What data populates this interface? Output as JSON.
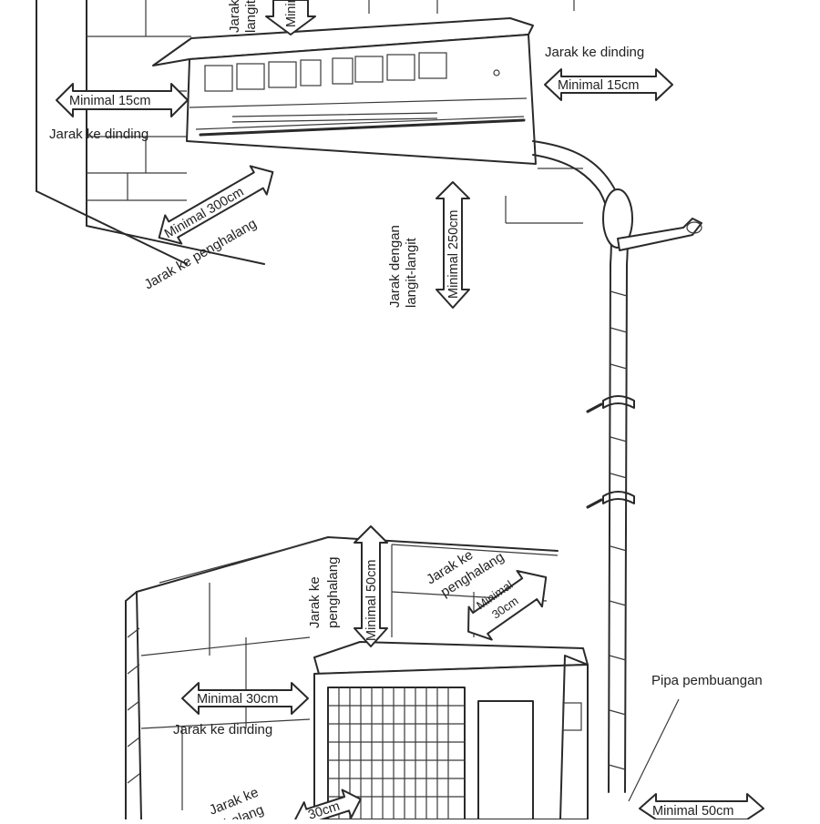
{
  "labels": {
    "top_left_cut_1": "Jarak ke",
    "top_left_cut_2": "langit-",
    "top_mid_cut": "Minim",
    "right_wall_distance": "Jarak ke dinding",
    "right_min": "Minimal 15cm",
    "left_min": "Minimal 15cm",
    "left_wall_distance": "Jarak ke dinding",
    "front_min": "Minimal 300cm",
    "front_distance": "Jarak ke penghalang",
    "ceiling_distance_1": "Jarak dengan",
    "ceiling_distance_2": "langit-langit",
    "ceiling_min": "Minimal 250cm",
    "outdoor_back_distance_1": "Jarak ke",
    "outdoor_back_distance_2": "penghalang",
    "outdoor_back_min": "Minimal 50cm",
    "outdoor_right_distance_1": "Jarak ke",
    "outdoor_right_distance_2": "penghalang",
    "outdoor_right_min_1": "Minimal",
    "outdoor_right_min_2": "30cm",
    "outdoor_wall_min": "Minimal 30cm",
    "outdoor_wall_distance": "Jarak ke dinding",
    "drain_pipe": "Pipa pembuangan",
    "bottom_right_min": "Minimal 50cm",
    "bottom_left_cut_1": "Jarak ke",
    "bottom_left_cut_2": "halang",
    "bottom_left_min_cut": "30cm"
  }
}
